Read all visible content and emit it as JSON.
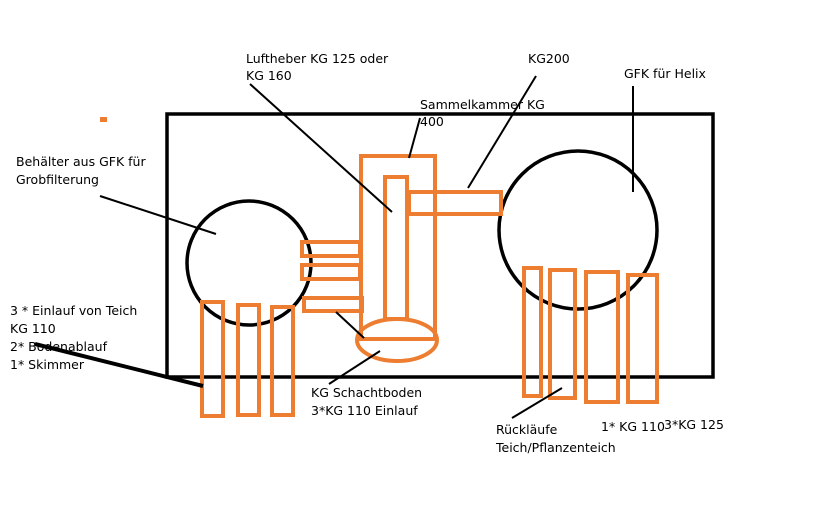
{
  "labels": {
    "lufttheber_line1": "Luftheber KG 125 oder",
    "lufttheber_line2": "KG 160",
    "kg200": "KG200",
    "gfk_helix": "GFK für Helix",
    "sammelkammer_line1": "Sammelkammer KG",
    "sammelkammer_line2": "400",
    "behaelter_line1": "Behälter aus GFK für",
    "behaelter_line2": "Grobfilterung",
    "einlauf_line1": "3 * Einlauf von Teich",
    "einlauf_line2": "KG 110",
    "einlauf_line3": "2* Bodenablauf",
    "einlauf_line4": "1* Skimmer",
    "schacht_line1": "KG Schachtboden",
    "schacht_line2": "3*KG 110 Einlauf",
    "ruecklaeufe_line1": "Rückläufe",
    "ruecklaeufe_line2": "Teich/Pflanzenteich",
    "kg110": "1* KG 110",
    "kg125": "3*KG 125"
  },
  "colors": {
    "pipe": "#ED7D31",
    "outline": "#000000"
  }
}
